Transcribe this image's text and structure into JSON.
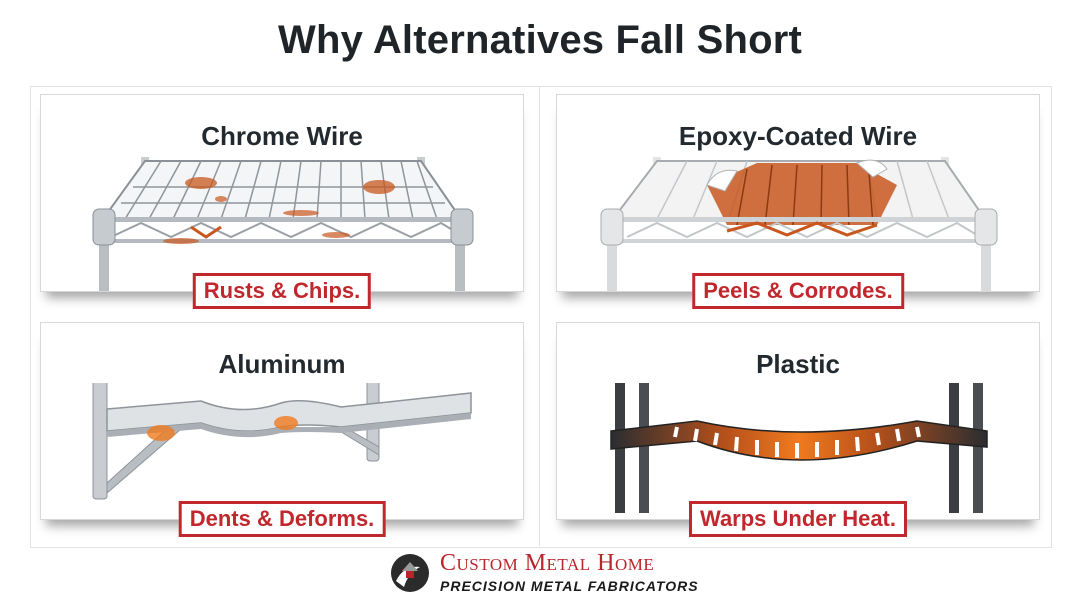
{
  "header": {
    "title": "Why Alternatives Fall Short"
  },
  "panels": [
    {
      "title": "Chrome Wire",
      "tag": "Rusts & Chips.",
      "illustration": "rusted-chrome-wire-shelf"
    },
    {
      "title": "Epoxy-Coated Wire",
      "tag": "Peels & Corrodes.",
      "illustration": "peeling-epoxy-wire-shelf"
    },
    {
      "title": "Aluminum",
      "tag": "Dents & Deforms.",
      "illustration": "dented-aluminum-shelf"
    },
    {
      "title": "Plastic",
      "tag": "Warps Under Heat.",
      "illustration": "warped-plastic-shelf"
    }
  ],
  "footer": {
    "brand": "Custom Metal Home",
    "tagline": "PRECISION METAL FABRICATORS",
    "logo_icon": "house-swoosh-logo"
  },
  "colors": {
    "accent_red": "#c0282d",
    "title_dark": "#1f2428",
    "rust": "#c8571e",
    "heat": "#f07a1e"
  }
}
